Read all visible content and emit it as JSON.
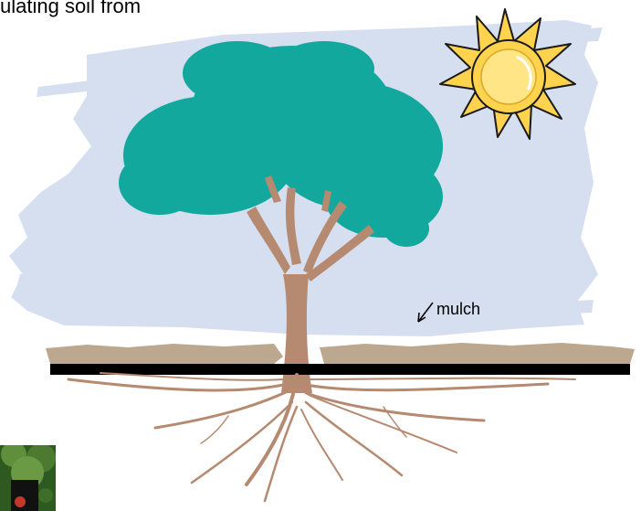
{
  "caption": {
    "text": "ulating soil from"
  },
  "labels": {
    "mulch": "mulch"
  },
  "colors": {
    "sky": "#d6dff0",
    "foliage": "#13a89e",
    "trunk": "#b58a70",
    "root": "#b58a70",
    "mulch": "#bba88f",
    "soil_line": "#000000",
    "sun_fill": "#ffd34d",
    "sun_outline": "#1a1a1a"
  },
  "icons": {
    "sun": "sun-icon",
    "arrow": "arrow-icon",
    "photo": "garden-photo-thumbnail"
  }
}
